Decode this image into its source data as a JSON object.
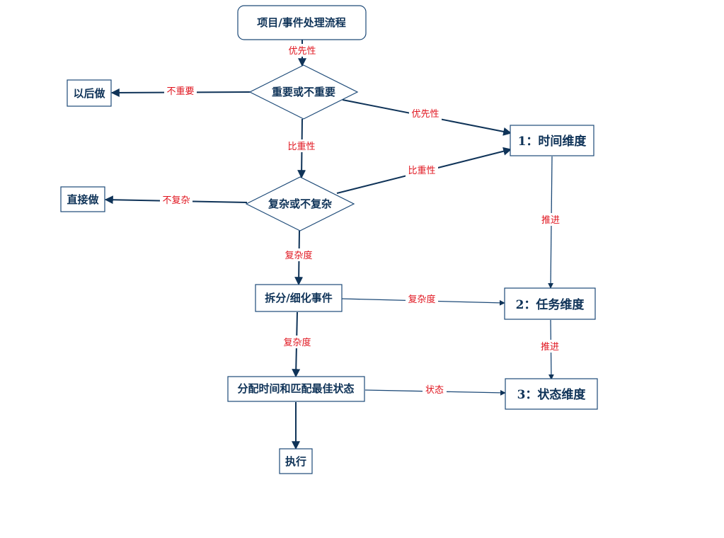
{
  "nodes": {
    "start": "项目/事件处理流程",
    "important": "重要或不重要",
    "later": "以后做",
    "complex": "复杂或不复杂",
    "direct": "直接做",
    "split": "拆分/细化事件",
    "assign": "分配时间和匹配最佳状态",
    "execute": "执行",
    "dim1": "1：时间维度",
    "dim2": "2：任务维度",
    "dim3": "3：状态维度"
  },
  "edges": {
    "start_to_important": "优先性",
    "important_to_later": "不重要",
    "important_to_dim1": "优先性",
    "important_to_complex": "比重性",
    "complex_to_dim1": "比重性",
    "complex_to_direct": "不复杂",
    "complex_to_split": "复杂度",
    "dim1_to_dim2": "推进",
    "split_to_dim2": "复杂度",
    "split_to_assign": "复杂度",
    "dim2_to_dim3": "推进",
    "assign_to_dim3": "状态"
  },
  "colors": {
    "node_border": "#1d4a78",
    "node_text": "#0f3358",
    "edge_label": "#e0141e"
  }
}
